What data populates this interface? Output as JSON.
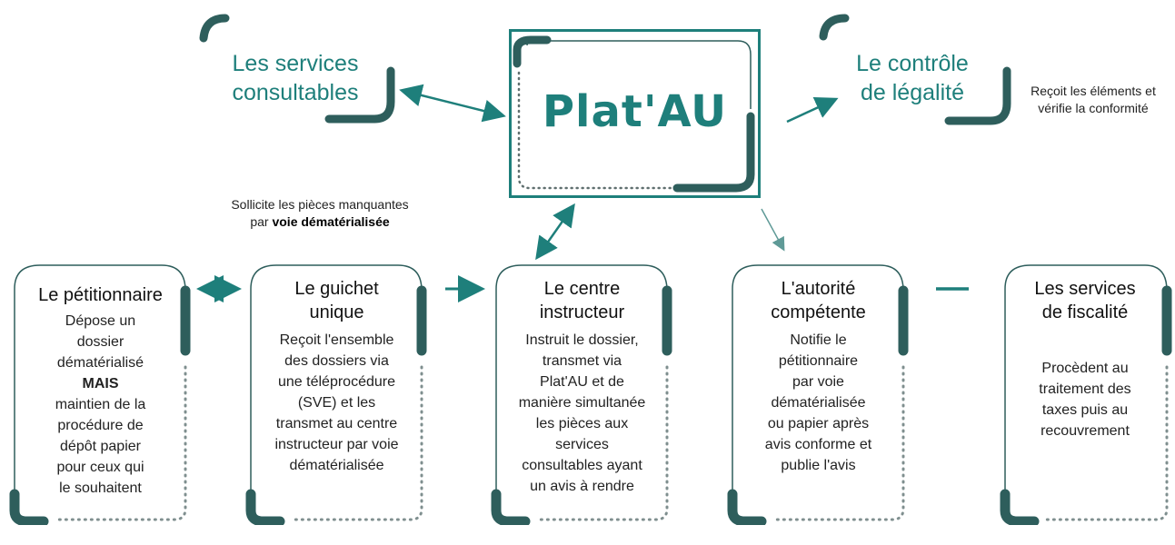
{
  "logo": {
    "text": "Plat'AU"
  },
  "services_consultables": {
    "line1": "Les services",
    "line2": "consultables"
  },
  "controle_legalite": {
    "line1": "Le contrôle",
    "line2": "de légalité",
    "note_line1": "Reçoit les éléments et",
    "note_line2": "vérifie la conformité"
  },
  "sollicite_note": {
    "line1": "Sollicite les pièces manquantes",
    "line2_prefix": "par ",
    "line2_bold": "voie dématérialisée"
  },
  "cards": [
    {
      "title_lines": [
        "Le pétitionnaire"
      ],
      "text_lines": [
        "Dépose un",
        "dossier",
        "dématérialisé",
        "MAIS",
        "maintien de la",
        "procédure de",
        "dépôt papier",
        "pour ceux qui",
        "le souhaitent"
      ]
    },
    {
      "title_lines": [
        "Le guichet",
        "unique"
      ],
      "text_lines": [
        "Reçoit l'ensemble",
        "des dossiers via",
        "une téléprocédure",
        "(SVE) et les",
        "transmet au centre",
        "instructeur par voie",
        "dématérialisée"
      ]
    },
    {
      "title_lines": [
        "Le centre",
        "instructeur"
      ],
      "text_lines": [
        "Instruit le dossier,",
        "transmet via",
        "Plat'AU et de",
        "manière simultanée",
        "les pièces aux",
        "services",
        "consultables ayant",
        "un avis à rendre"
      ]
    },
    {
      "title_lines": [
        "L'autorité",
        "compétente"
      ],
      "text_lines": [
        "Notifie le",
        "pétitionnaire",
        "par voie",
        "dématérialisée",
        "ou papier après",
        "avis conforme et",
        "publie l'avis"
      ]
    },
    {
      "title_lines": [
        "Les services",
        "de fiscalité"
      ],
      "text_lines": [
        "",
        "Procèdent au",
        "traitement des",
        "taxes puis au",
        "recouvrement"
      ]
    }
  ],
  "colors": {
    "teal": "#1e7f7b",
    "dark_teal": "#2e5e5c",
    "dots": "#8a9a9a"
  }
}
